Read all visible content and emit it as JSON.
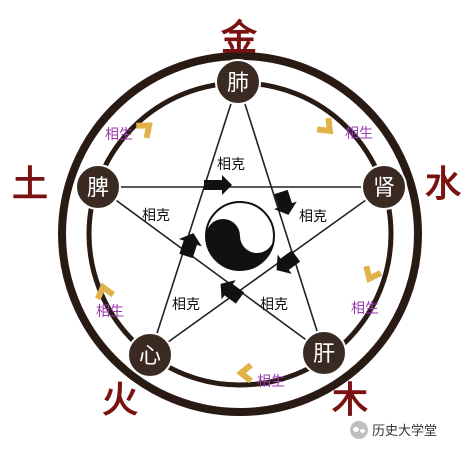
{
  "elements": {
    "metal": "金",
    "water": "水",
    "wood": "木",
    "fire": "火",
    "earth": "土"
  },
  "organs": {
    "lung": "肺",
    "kidney": "肾",
    "liver": "肝",
    "heart": "心",
    "spleen": "脾"
  },
  "ke_label": "相克",
  "sheng_label": "相生",
  "watermark": "历史大学堂",
  "colors": {
    "ring": "#2a1a14",
    "node": "#3a2a22",
    "element_text": "#7a1212",
    "sheng_text": "#9b3bb0",
    "sheng_arrow": "#e2b24a",
    "ke_arrow": "#111111"
  }
}
